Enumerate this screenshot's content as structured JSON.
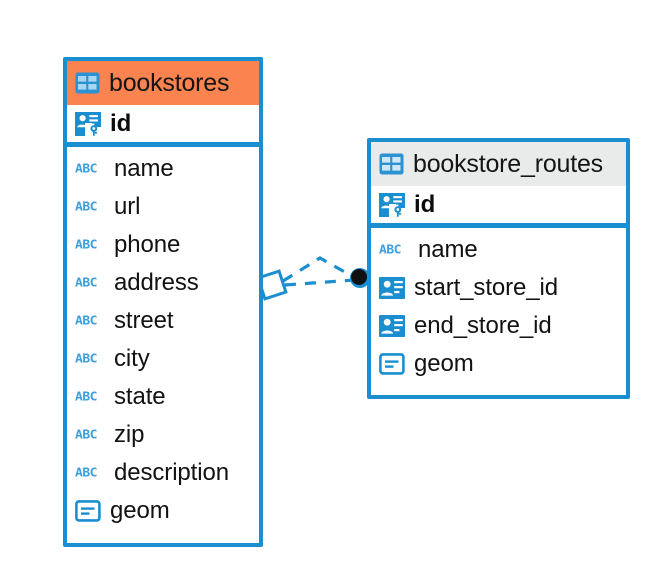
{
  "diagram": {
    "type": "entity-relationship-diagram",
    "background": "#ffffff",
    "accent_color": "#1b8ed0",
    "highlight_color": "#fa8350",
    "neutral_header_color": "#e9eaea"
  },
  "entities": [
    {
      "name": "bookstores",
      "header_style": "accent",
      "table_icon": "table-icon",
      "primary_key": {
        "label": "id",
        "icon": "primary-key-icon"
      },
      "fields": [
        {
          "label": "name",
          "icon": "abc-icon",
          "type_glyph": "ABC"
        },
        {
          "label": "url",
          "icon": "abc-icon",
          "type_glyph": "ABC"
        },
        {
          "label": "phone",
          "icon": "abc-icon",
          "type_glyph": "ABC"
        },
        {
          "label": "address",
          "icon": "abc-icon",
          "type_glyph": "ABC"
        },
        {
          "label": "street",
          "icon": "abc-icon",
          "type_glyph": "ABC"
        },
        {
          "label": "city",
          "icon": "abc-icon",
          "type_glyph": "ABC"
        },
        {
          "label": "state",
          "icon": "abc-icon",
          "type_glyph": "ABC"
        },
        {
          "label": "zip",
          "icon": "abc-icon",
          "type_glyph": "ABC"
        },
        {
          "label": "description",
          "icon": "abc-icon",
          "type_glyph": "ABC"
        },
        {
          "label": "geom",
          "icon": "geometry-icon",
          "type_glyph": ""
        }
      ]
    },
    {
      "name": "bookstore_routes",
      "header_style": "neutral",
      "table_icon": "table-icon",
      "primary_key": {
        "label": "id",
        "icon": "primary-key-icon"
      },
      "fields": [
        {
          "label": "name",
          "icon": "abc-icon",
          "type_glyph": "ABC"
        },
        {
          "label": "start_store_id",
          "icon": "foreign-key-icon",
          "type_glyph": ""
        },
        {
          "label": "end_store_id",
          "icon": "foreign-key-icon",
          "type_glyph": ""
        },
        {
          "label": "geom",
          "icon": "geometry-icon",
          "type_glyph": ""
        }
      ]
    }
  ],
  "relationship": {
    "name": "bookstores-to-bookstore_routes",
    "line_style": "dashed",
    "color": "#1b8ed0",
    "source_marker": "diamond-marker",
    "target_marker": "filled-circle-marker"
  }
}
